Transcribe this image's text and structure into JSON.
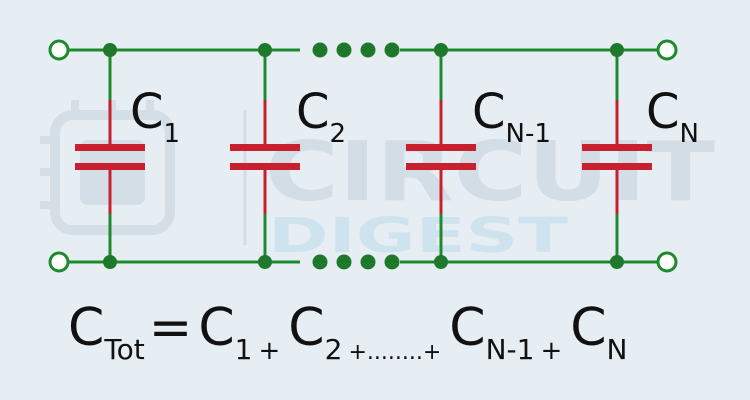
{
  "colors": {
    "background": "#e6edf3",
    "wire": "#1e8a2e",
    "capacitor": "#c8202f",
    "node": "#1e7a2a",
    "text": "#111111",
    "watermark": "#d3dde6",
    "watermark_blue": "#cfe3ef"
  },
  "watermark": {
    "line1": "CIRCUIT",
    "line2": "DIGEST",
    "logo": "chip-logo"
  },
  "capacitors": [
    {
      "letter": "C",
      "sub": "1"
    },
    {
      "letter": "C",
      "sub": "2"
    },
    {
      "letter": "C",
      "sub": "N-1"
    },
    {
      "letter": "C",
      "sub": "N"
    }
  ],
  "formula": {
    "total": {
      "letter": "C",
      "sub": "Tot"
    },
    "equals": "=",
    "terms": [
      {
        "letter": "C",
        "sub": "1",
        "sep": "+"
      },
      {
        "letter": "C",
        "sub": "2",
        "sep": "+........+"
      },
      {
        "letter": "C",
        "sub": "N-1",
        "sep": "+"
      },
      {
        "letter": "C",
        "sub": "N",
        "sep": ""
      }
    ]
  }
}
